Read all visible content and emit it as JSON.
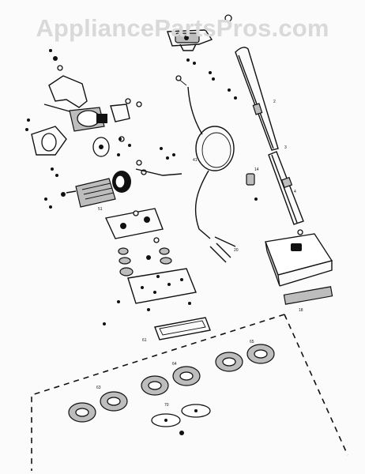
{
  "watermark": {
    "text": "AppliancePartsPros.com",
    "color": "#d9d9d9"
  },
  "diagram": {
    "kind": "exploded-parts-diagram",
    "subject": "floor polisher / scrubber assembly",
    "line_color": "#111111",
    "background": "#fbfbfb"
  },
  "labels": {
    "handle_tube_upper": "2",
    "handle_tube_mid": "3",
    "handle_tube_lower": "4",
    "cord_coil": "41",
    "base_housing": "18",
    "motor": "51",
    "brush_set_a": "65",
    "brush_set_b": "64",
    "brush_set_c": "63",
    "pad_set": "70",
    "gasket": "61",
    "switch": "14",
    "plug": "20"
  }
}
